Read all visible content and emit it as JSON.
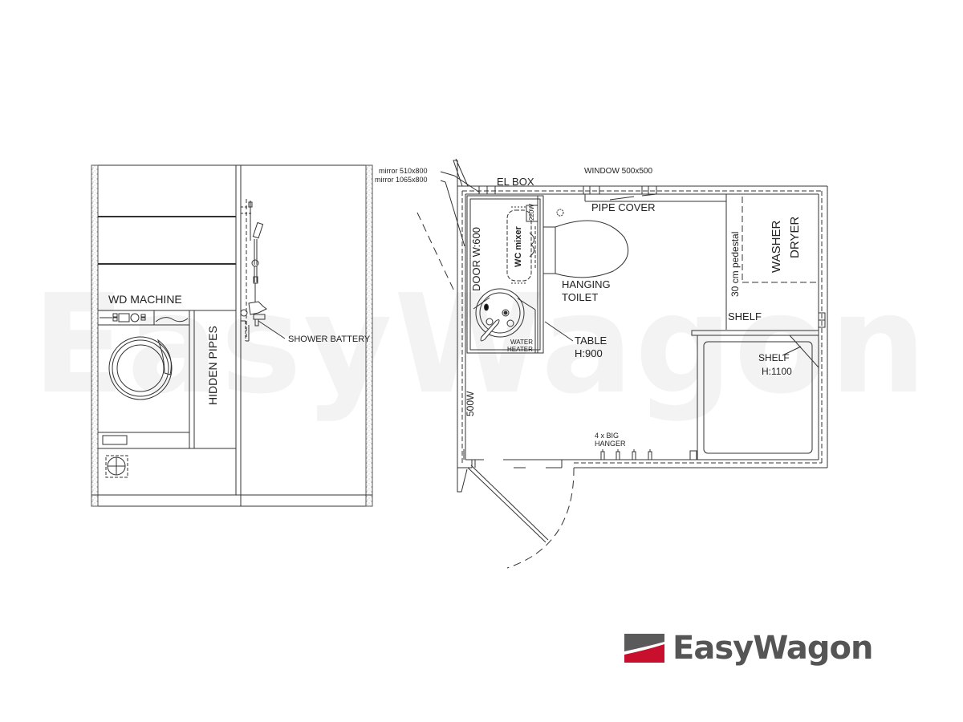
{
  "watermark": {
    "text": "EasyWagon"
  },
  "elevation": {
    "labels": {
      "wd_machine": "WD  MACHINE",
      "hidden_pipes": "HIDDEN  PIPES",
      "shower_battery": "SHOWER  BATTERY"
    }
  },
  "plan": {
    "labels": {
      "mirror_1": "mirror  510x800",
      "mirror_2": "mirror  1065x800",
      "el_box": "EL  BOX",
      "window": "WINDOW  500x500",
      "pipe_cover": "PIPE  COVER",
      "door": "DOOR  W:600",
      "wc_mixer": "WC mixer",
      "power": "220W",
      "hanging_toilet_1": "HANGING",
      "hanging_toilet_2": "TOILET",
      "water_heater_1": "WATER",
      "water_heater_2": "HEATER",
      "table_1": "TABLE",
      "table_2": "H:900",
      "pedestal": "30  cm  pedestal",
      "washer": "WASHER",
      "dryer": "DRYER",
      "shelf_top": "SHELF",
      "shelf_1": "SHELF",
      "shelf_2": "H:1100",
      "heater_watt": "500W",
      "hanger_1": "4  x  BIG",
      "hanger_2": "HANGER"
    }
  },
  "logo": {
    "text": "EasyWagon",
    "colors": {
      "grey": "#5a5a5a",
      "red": "#c8102e"
    }
  }
}
